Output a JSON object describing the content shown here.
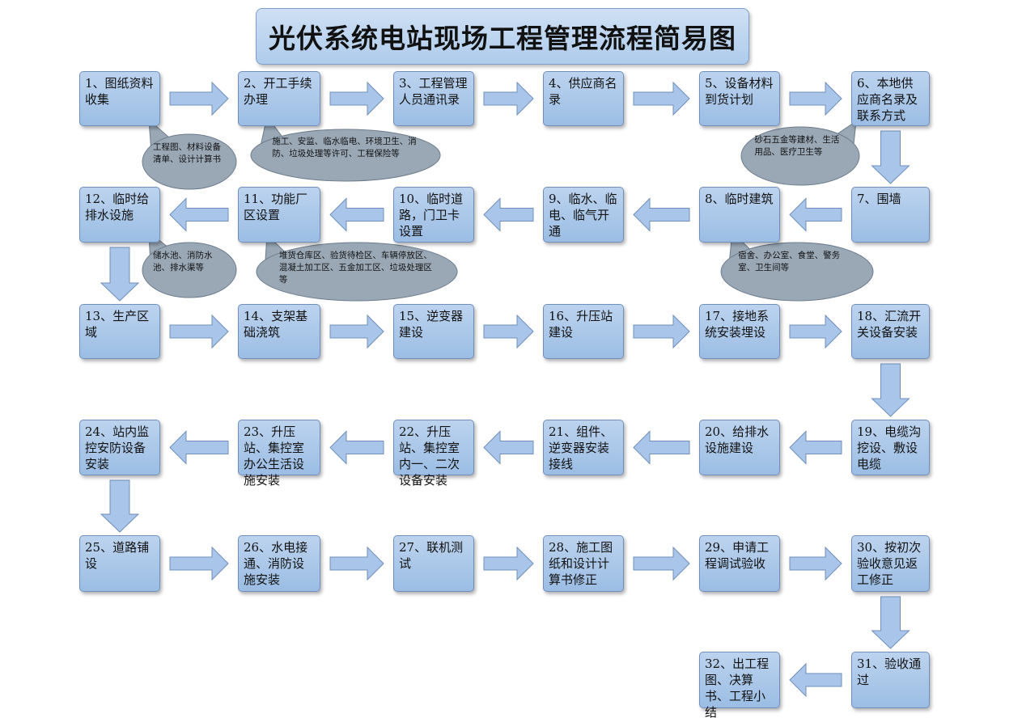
{
  "title": "光伏系统电站现场工程管理流程简易图",
  "steps": [
    {
      "id": 1,
      "text": "1、图纸资料收集"
    },
    {
      "id": 2,
      "text": "2、开工手续办理"
    },
    {
      "id": 3,
      "text": "3、工程管理人员通讯录"
    },
    {
      "id": 4,
      "text": "4、供应商名录"
    },
    {
      "id": 5,
      "text": "5、设备材料到货计划"
    },
    {
      "id": 6,
      "text": "6、本地供应商名录及联系方式"
    },
    {
      "id": 7,
      "text": "7、围墙"
    },
    {
      "id": 8,
      "text": "8、临时建筑"
    },
    {
      "id": 9,
      "text": "9、临水、临电、临气开通"
    },
    {
      "id": 10,
      "text": "10、临时道路，门卫卡设置"
    },
    {
      "id": 11,
      "text": "11、功能厂区设置"
    },
    {
      "id": 12,
      "text": "12、临时给排水设施"
    },
    {
      "id": 13,
      "text": "13、生产区域"
    },
    {
      "id": 14,
      "text": "14、支架基础浇筑"
    },
    {
      "id": 15,
      "text": "15、逆变器建设"
    },
    {
      "id": 16,
      "text": "16、升压站建设"
    },
    {
      "id": 17,
      "text": "17、接地系统安装埋设"
    },
    {
      "id": 18,
      "text": "18、汇流开关设备安装"
    },
    {
      "id": 19,
      "text": "19、电缆沟挖设、敷设电缆"
    },
    {
      "id": 20,
      "text": "20、给排水设施建设"
    },
    {
      "id": 21,
      "text": "21、组件、逆变器安装接线"
    },
    {
      "id": 22,
      "text": "22、升压站、集控室内一、二次设备安装"
    },
    {
      "id": 23,
      "text": "23、升压站、集控室办公生活设施安装"
    },
    {
      "id": 24,
      "text": "24、站内监控安防设备安装"
    },
    {
      "id": 25,
      "text": "25、道路铺设"
    },
    {
      "id": 26,
      "text": "26、水电接通、消防设施安装"
    },
    {
      "id": 27,
      "text": "27、联机测试"
    },
    {
      "id": 28,
      "text": "28、施工图纸和设计计算书修正"
    },
    {
      "id": 29,
      "text": "29、申请工程调试验收"
    },
    {
      "id": 30,
      "text": "30、按初次验收意见返工修正"
    },
    {
      "id": 31,
      "text": "31、验收通过"
    },
    {
      "id": 32,
      "text": "32、出工程图、决算书、工程小结"
    }
  ],
  "notes": [
    {
      "step": 1,
      "text": "工程图、材料设备清单、设计计算书"
    },
    {
      "step": 2,
      "text": "施工、安监、临水临电、环境卫生、消防、垃圾处理等许可、工程保险等"
    },
    {
      "step": 6,
      "text": "砂石五金等建材、生活用品、医疗卫生等"
    },
    {
      "step": 12,
      "text": "储水池、消防水池、排水渠等"
    },
    {
      "step": 11,
      "text": "堆货仓库区、验货待检区、车辆停放区、混凝土加工区、五金加工区、垃圾处理区等"
    },
    {
      "step": 8,
      "text": "宿舍、办公室、食堂、警务室、卫生间等"
    }
  ],
  "colors": {
    "box_top": "#bcd3ee",
    "box_bottom": "#9bbde4",
    "box_border": "#6f8fba",
    "arrow_fill": "#a9c6ea",
    "arrow_stroke": "#6f8fba",
    "note_fill": "#9aa8b6",
    "note_stroke": "#6d7c8c"
  }
}
